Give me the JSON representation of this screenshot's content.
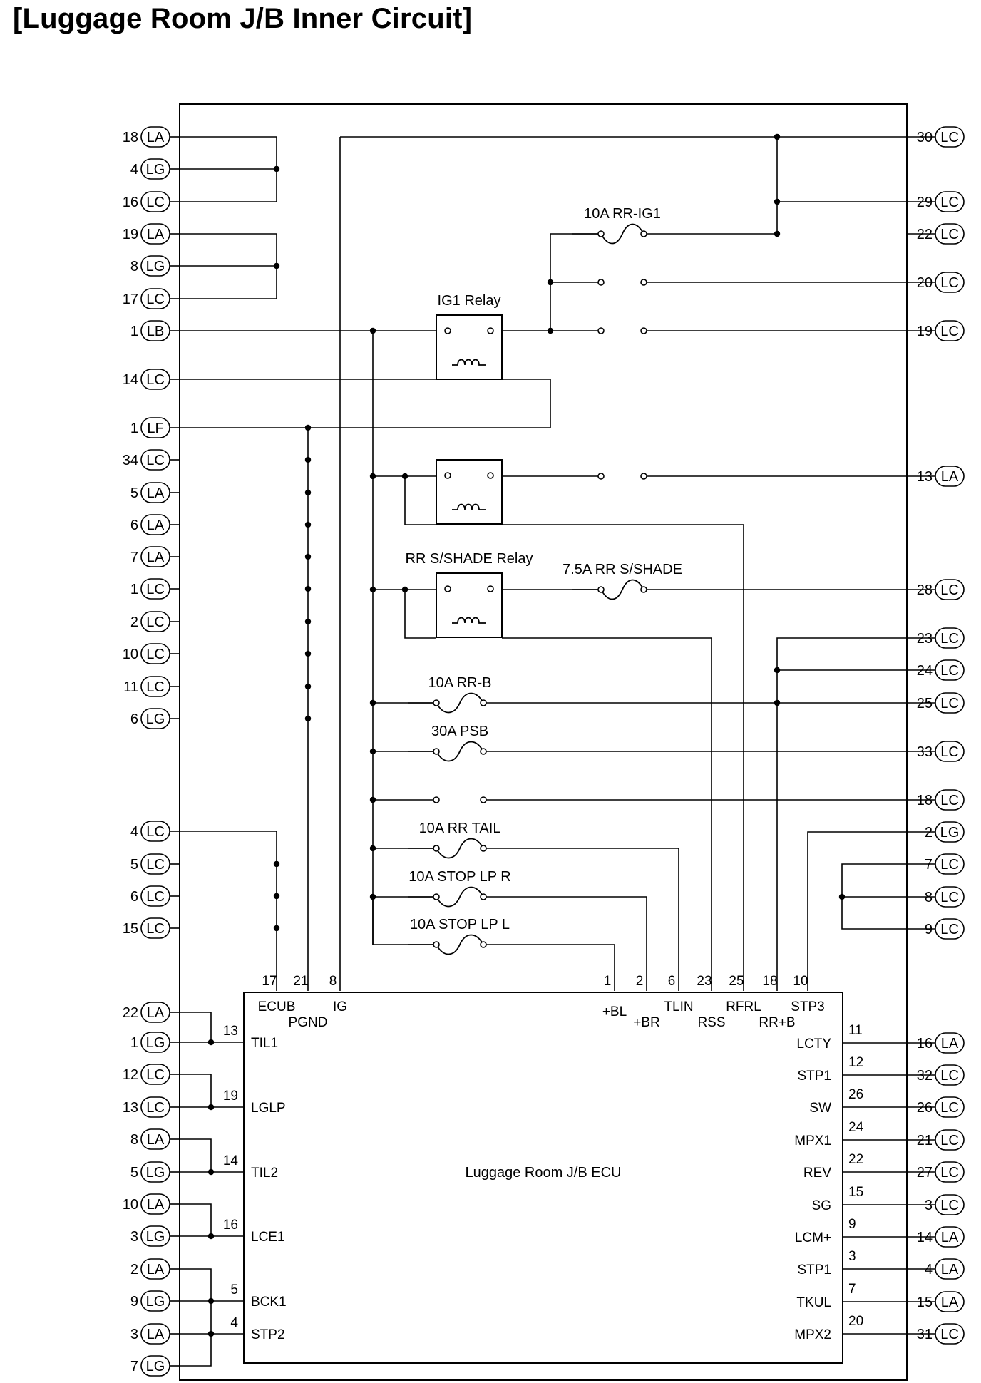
{
  "title": "[Luggage Room J/B Inner Circuit]",
  "ecu": {
    "name": "Luggage Room J/B ECU",
    "top_pins": [
      {
        "num": "17",
        "name": "ECUB"
      },
      {
        "num": "21",
        "name": "PGND"
      },
      {
        "num": "8",
        "name": "IG"
      },
      {
        "num": "1",
        "name": "+BL"
      },
      {
        "num": "2",
        "name": "+BR"
      },
      {
        "num": "6",
        "name": "TLIN"
      },
      {
        "num": "23",
        "name": "RSS"
      },
      {
        "num": "25",
        "name": "RFRL"
      },
      {
        "num": "18",
        "name": "RR+B"
      },
      {
        "num": "10",
        "name": "STP3"
      }
    ],
    "left_pins": [
      {
        "num": "13",
        "name": "TIL1"
      },
      {
        "num": "19",
        "name": "LGLP"
      },
      {
        "num": "14",
        "name": "TIL2"
      },
      {
        "num": "16",
        "name": "LCE1"
      },
      {
        "num": "5",
        "name": "BCK1"
      },
      {
        "num": "4",
        "name": "STP2"
      }
    ],
    "right_pins": [
      {
        "num": "11",
        "name": "LCTY"
      },
      {
        "num": "12",
        "name": "STP1"
      },
      {
        "num": "26",
        "name": "SW"
      },
      {
        "num": "24",
        "name": "MPX1"
      },
      {
        "num": "22",
        "name": "REV"
      },
      {
        "num": "15",
        "name": "SG"
      },
      {
        "num": "9",
        "name": "LCM+"
      },
      {
        "num": "3",
        "name": "STP1"
      },
      {
        "num": "7",
        "name": "TKUL"
      },
      {
        "num": "20",
        "name": "MPX2"
      }
    ]
  },
  "left_connectors": [
    {
      "num": "18",
      "conn": "LA"
    },
    {
      "num": "4",
      "conn": "LG"
    },
    {
      "num": "16",
      "conn": "LC"
    },
    {
      "num": "19",
      "conn": "LA"
    },
    {
      "num": "8",
      "conn": "LG"
    },
    {
      "num": "17",
      "conn": "LC"
    },
    {
      "num": "1",
      "conn": "LB"
    },
    {
      "num": "14",
      "conn": "LC"
    },
    {
      "num": "1",
      "conn": "LF"
    },
    {
      "num": "34",
      "conn": "LC"
    },
    {
      "num": "5",
      "conn": "LA"
    },
    {
      "num": "6",
      "conn": "LA"
    },
    {
      "num": "7",
      "conn": "LA"
    },
    {
      "num": "1",
      "conn": "LC"
    },
    {
      "num": "2",
      "conn": "LC"
    },
    {
      "num": "10",
      "conn": "LC"
    },
    {
      "num": "11",
      "conn": "LC"
    },
    {
      "num": "6",
      "conn": "LG"
    },
    {
      "num": "4",
      "conn": "LC"
    },
    {
      "num": "5",
      "conn": "LC"
    },
    {
      "num": "6",
      "conn": "LC"
    },
    {
      "num": "15",
      "conn": "LC"
    },
    {
      "num": "22",
      "conn": "LA"
    },
    {
      "num": "1",
      "conn": "LG"
    },
    {
      "num": "12",
      "conn": "LC"
    },
    {
      "num": "13",
      "conn": "LC"
    },
    {
      "num": "8",
      "conn": "LA"
    },
    {
      "num": "5",
      "conn": "LG"
    },
    {
      "num": "10",
      "conn": "LA"
    },
    {
      "num": "3",
      "conn": "LG"
    },
    {
      "num": "2",
      "conn": "LA"
    },
    {
      "num": "9",
      "conn": "LG"
    },
    {
      "num": "3",
      "conn": "LA"
    },
    {
      "num": "7",
      "conn": "LG"
    }
  ],
  "right_connectors": [
    {
      "num": "30",
      "conn": "LC"
    },
    {
      "num": "29",
      "conn": "LC"
    },
    {
      "num": "22",
      "conn": "LC"
    },
    {
      "num": "20",
      "conn": "LC"
    },
    {
      "num": "19",
      "conn": "LC"
    },
    {
      "num": "13",
      "conn": "LA"
    },
    {
      "num": "28",
      "conn": "LC"
    },
    {
      "num": "23",
      "conn": "LC"
    },
    {
      "num": "24",
      "conn": "LC"
    },
    {
      "num": "25",
      "conn": "LC"
    },
    {
      "num": "33",
      "conn": "LC"
    },
    {
      "num": "18",
      "conn": "LC"
    },
    {
      "num": "2",
      "conn": "LG"
    },
    {
      "num": "7",
      "conn": "LC"
    },
    {
      "num": "8",
      "conn": "LC"
    },
    {
      "num": "9",
      "conn": "LC"
    },
    {
      "num": "16",
      "conn": "LA"
    },
    {
      "num": "32",
      "conn": "LC"
    },
    {
      "num": "26",
      "conn": "LC"
    },
    {
      "num": "21",
      "conn": "LC"
    },
    {
      "num": "27",
      "conn": "LC"
    },
    {
      "num": "3",
      "conn": "LC"
    },
    {
      "num": "14",
      "conn": "LA"
    },
    {
      "num": "4",
      "conn": "LA"
    },
    {
      "num": "15",
      "conn": "LA"
    },
    {
      "num": "31",
      "conn": "LC"
    }
  ],
  "fuses": [
    {
      "label": "10A RR-IG1"
    },
    {
      "label": "7.5A RR S/SHADE"
    },
    {
      "label": "10A RR-B"
    },
    {
      "label": "30A PSB"
    },
    {
      "label": "10A RR TAIL"
    },
    {
      "label": "10A STOP LP R"
    },
    {
      "label": "10A STOP LP L"
    }
  ],
  "relays": [
    {
      "label": "IG1 Relay"
    },
    {
      "label": ""
    },
    {
      "label": "RR S/SHADE Relay"
    }
  ]
}
